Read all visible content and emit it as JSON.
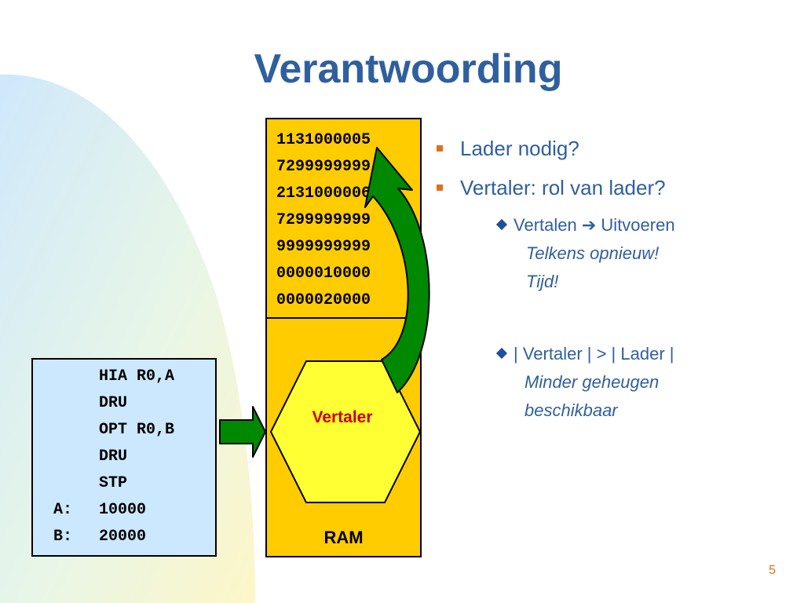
{
  "title": "Verantwoording",
  "ram": {
    "memory": [
      "1131000005",
      "7299999999",
      "2131000006",
      "7299999999",
      "9999999999",
      "0000010000",
      "0000020000"
    ],
    "label": "RAM"
  },
  "code": {
    "rows": [
      {
        "label": "",
        "instr": "HIA R0,A"
      },
      {
        "label": "",
        "instr": "DRU"
      },
      {
        "label": "",
        "instr": "OPT R0,B"
      },
      {
        "label": "",
        "instr": "DRU"
      },
      {
        "label": "",
        "instr": "STP"
      },
      {
        "label": "A:",
        "instr": "10000"
      },
      {
        "label": "B:",
        "instr": "20000"
      }
    ]
  },
  "translator_label": "Vertaler",
  "bullets": {
    "b1": "Lader nodig?",
    "b2": "Vertaler: rol van lader?",
    "sub1_pre": "Vertalen",
    "sub1_arrow": "➔",
    "sub1_post": "Uitvoeren",
    "sub1_line2": "Telkens opnieuw!",
    "sub1_line3": "Tijd!",
    "sub2": "| Vertaler | > | Lader |",
    "sub2_line2": "Minder geheugen",
    "sub2_line3": "beschikbaar"
  },
  "page_number": "5",
  "colors": {
    "title": "#2f5f9e",
    "ram": "#ffcc00",
    "code_bg": "#cce8ff",
    "hex": "#ffff33",
    "arrow": "#008800",
    "translator_text": "#cc0000",
    "bullet_square": "#e07020"
  }
}
